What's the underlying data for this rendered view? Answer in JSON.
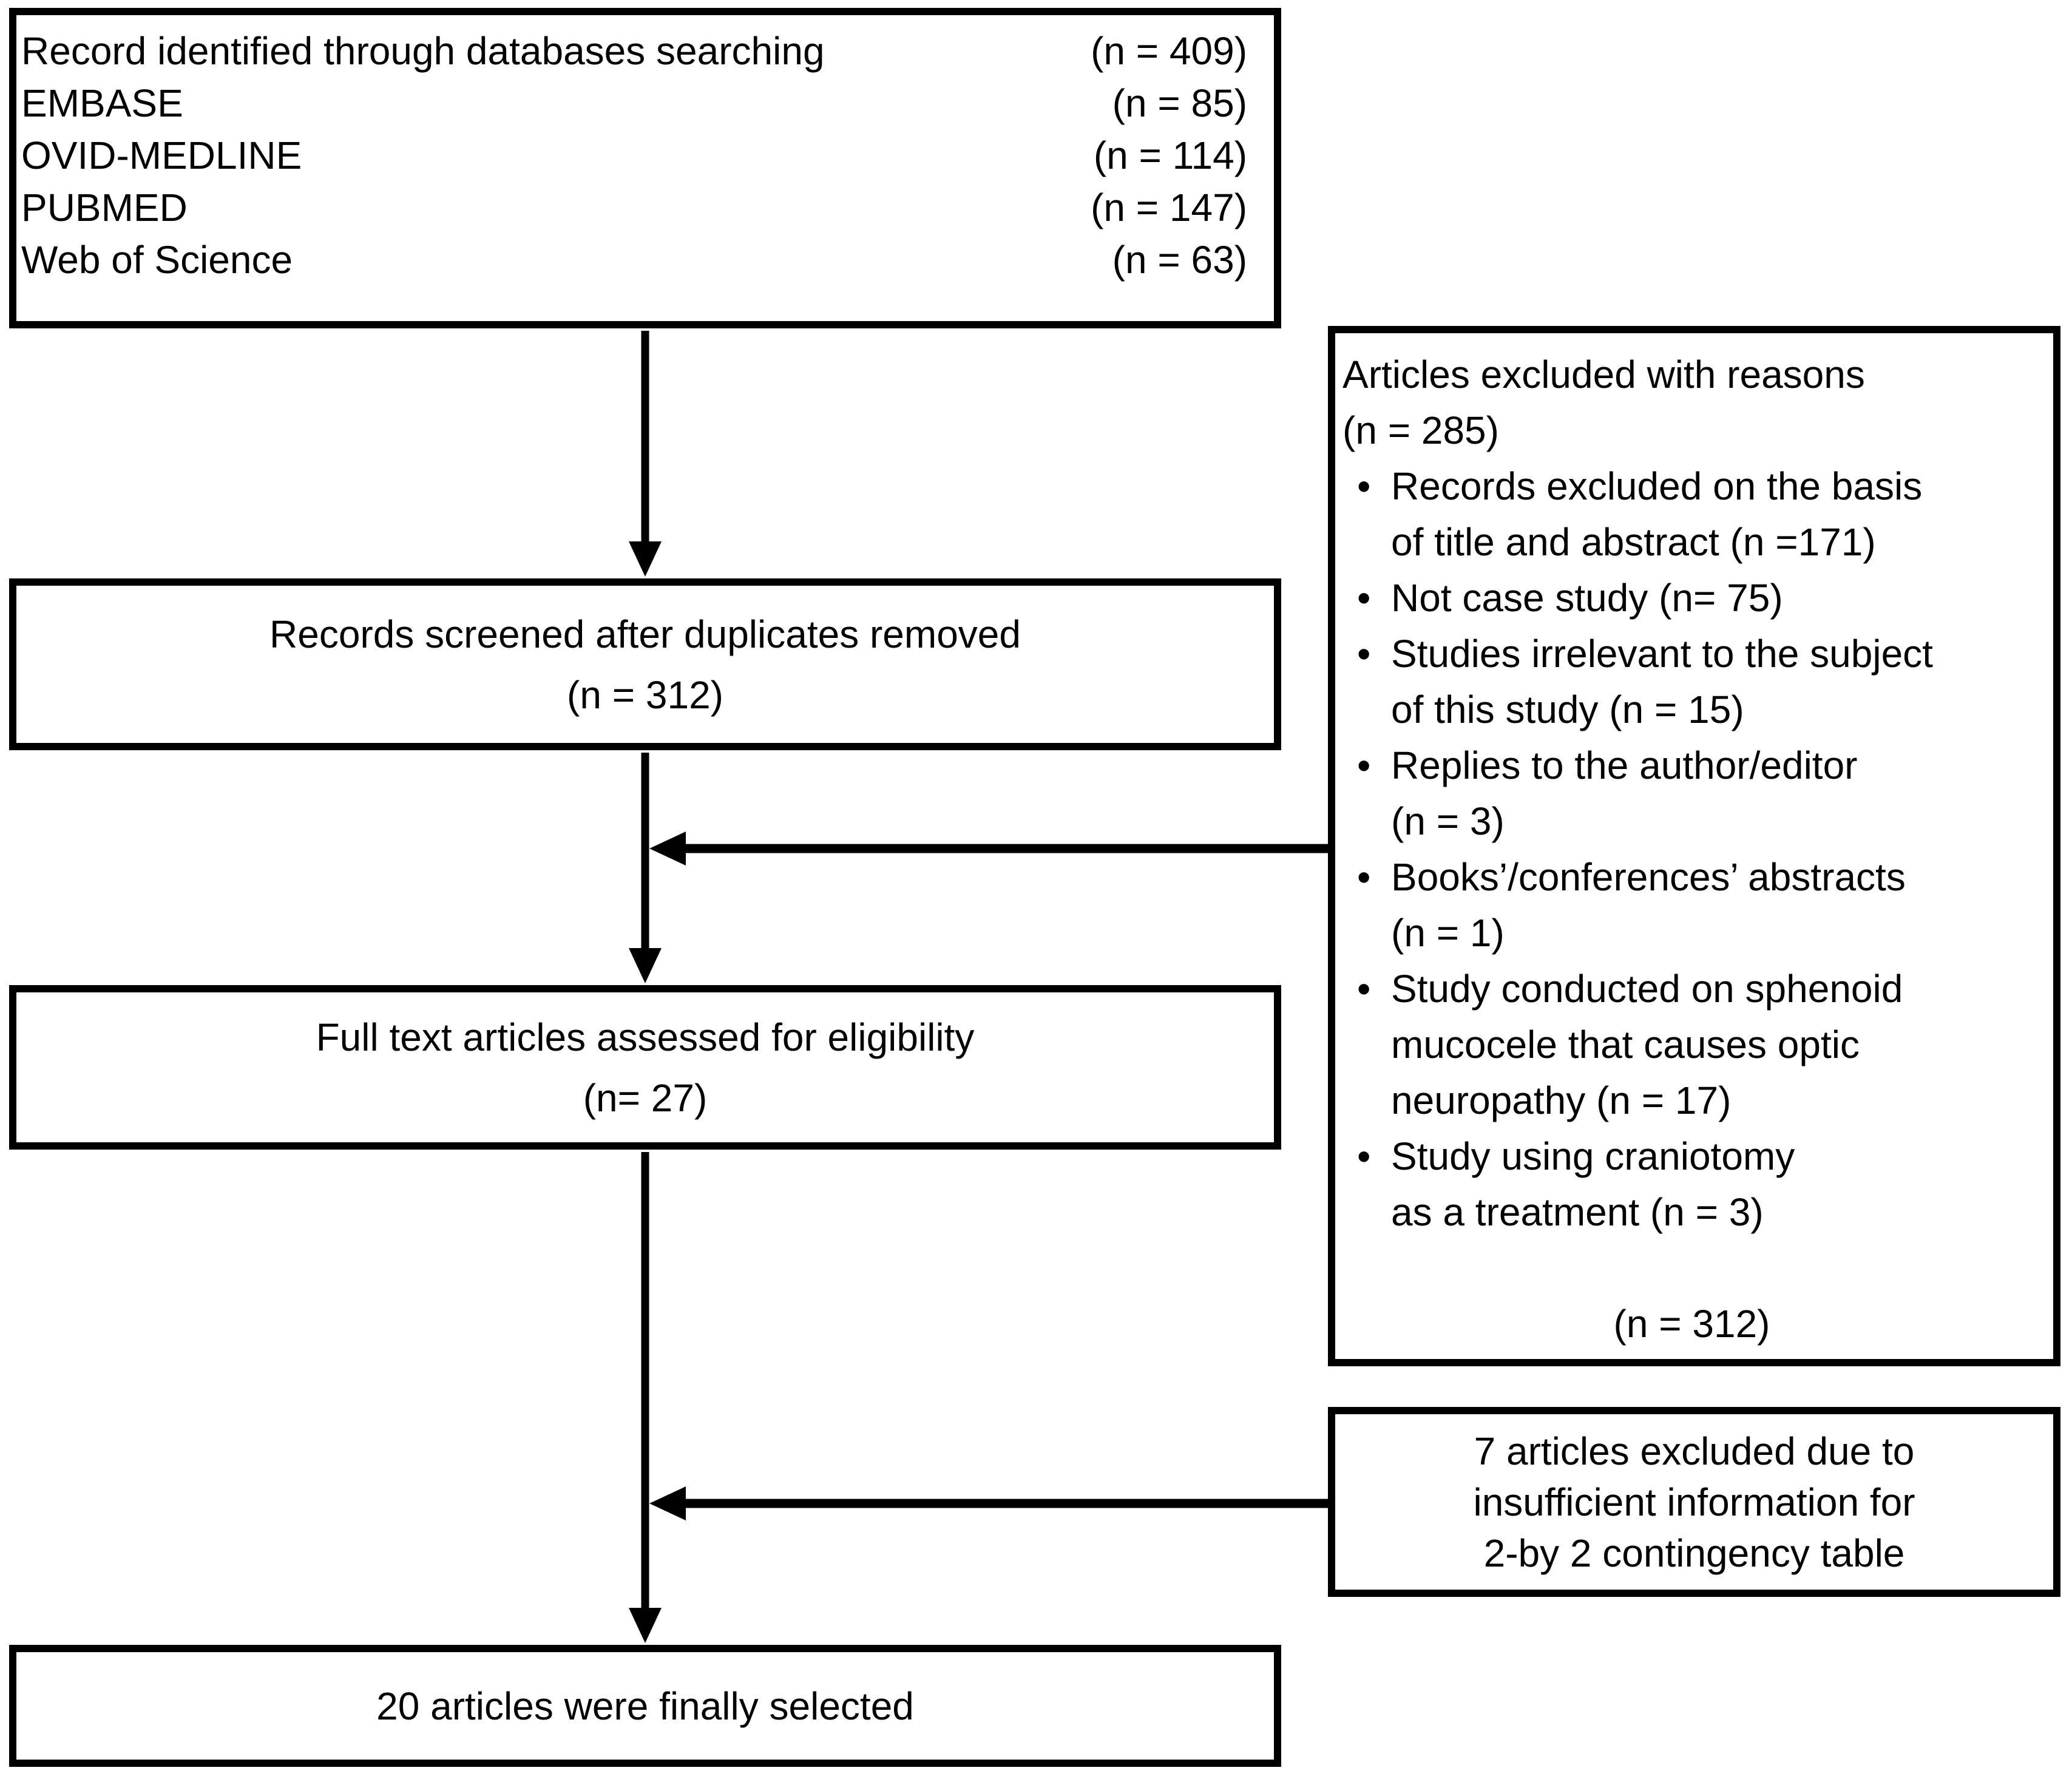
{
  "page": {
    "background_color": "#ffffff",
    "ink_color": "#000000"
  },
  "identification_box": {
    "rows": [
      {
        "label": "Record identified through databases searching",
        "count": "(n = 409)"
      },
      {
        "label": "EMBASE",
        "count": "(n = 85)"
      },
      {
        "label": "OVID-MEDLINE",
        "count": "(n = 114)"
      },
      {
        "label": "PUBMED",
        "count": "(n = 147)"
      },
      {
        "label": "Web of Science",
        "count": "(n = 63)"
      }
    ]
  },
  "screening_box": {
    "line1": "Records screened after duplicates removed",
    "line2": "(n = 312)"
  },
  "eligibility_box": {
    "line1": "Full text articles assessed for eligibility",
    "line2": "(n= 27)"
  },
  "included_box": {
    "line1": "20 articles were finally selected"
  },
  "exclusion_panel": {
    "heading_lines": [
      "Articles excluded with reasons",
      "(n = 285)"
    ],
    "bullet_char": "•",
    "bullets": [
      [
        "Records excluded on the basis",
        "of title and abstract (n =171)"
      ],
      [
        "Not case study (n= 75)"
      ],
      [
        "Studies irrelevant to the subject",
        "of this study (n = 15)"
      ],
      [
        "Replies to the author/editor",
        "(n = 3)"
      ],
      [
        "Books’/conferences’ abstracts",
        "(n = 1)"
      ],
      [
        "Study conducted on sphenoid",
        "mucocele that causes optic",
        "neuropathy (n = 17)"
      ],
      [
        "Study using craniotomy",
        "as a treatment (n = 3)"
      ]
    ],
    "total_line": "(n = 312)"
  },
  "insufficient_box": {
    "lines": [
      "7 articles excluded due to",
      "insufficient information for",
      "2-by 2 contingency table"
    ]
  }
}
